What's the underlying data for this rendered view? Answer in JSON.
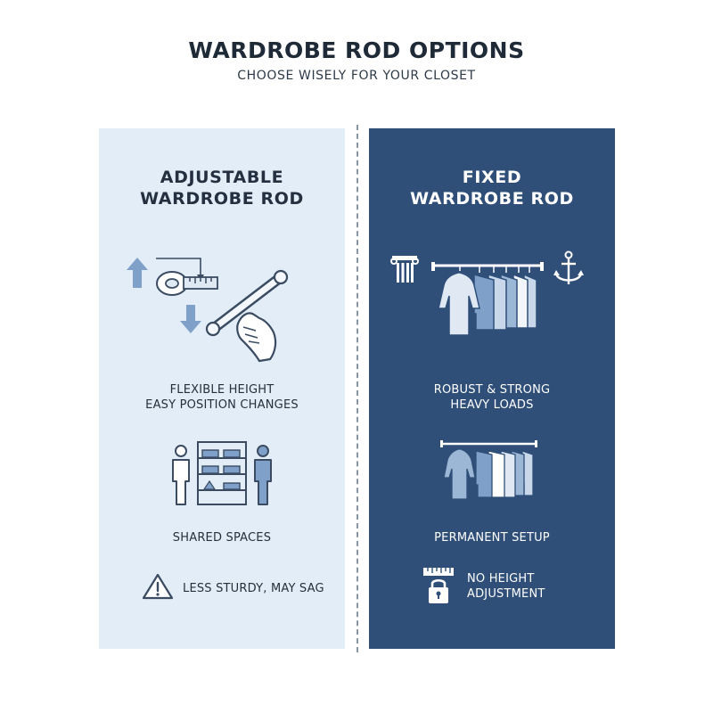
{
  "header": {
    "title": "WARDROBE ROD OPTIONS",
    "subtitle": "CHOOSE WISELY FOR YOUR CLOSET"
  },
  "colors": {
    "left_panel_bg": "#e2edf7",
    "right_panel_bg": "#2f4f79",
    "icon_blue": "#7fa1c9",
    "icon_dark": "#3a4b62"
  },
  "adjustable": {
    "title_line1": "ADJUSTABLE",
    "title_line2": "WARDROBE ROD",
    "feature1_line1": "FLEXIBLE HEIGHT",
    "feature1_line2": "EASY POSITION CHANGES",
    "feature2": "SHARED SPACES",
    "drawback": "LESS STURDY, MAY SAG",
    "icons": [
      "up-arrow-icon",
      "down-arrow-icon",
      "tape-measure-icon",
      "hand-adjusting-rod-icon",
      "people-with-shelf-icon",
      "warning-icon"
    ]
  },
  "fixed": {
    "title_line1": "FIXED",
    "title_line2": "WARDROBE ROD",
    "feature1_line1": "ROBUST & STRONG",
    "feature1_line2": "HEAVY LOADS",
    "feature2": "PERMANENT SETUP",
    "drawback_line1": "NO HEIGHT",
    "drawback_line2": "ADJUSTMENT",
    "icons": [
      "pillar-icon",
      "anchor-icon",
      "clothes-rack-icon",
      "small-clothes-rack-icon",
      "lock-ruler-icon"
    ]
  }
}
